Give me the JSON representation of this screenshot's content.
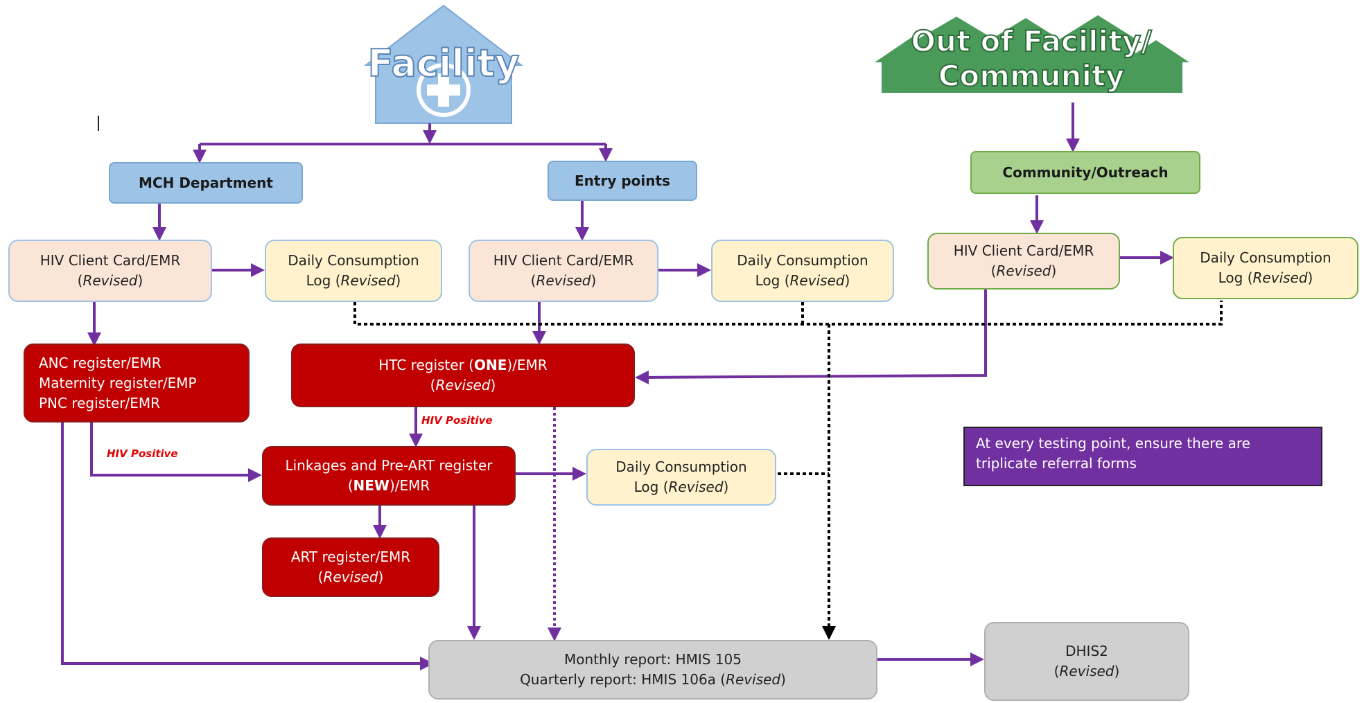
{
  "header": {
    "facility": "Facility",
    "community_line1": "Out of Facility/",
    "community_line2": "Community"
  },
  "nodes": {
    "mch": "MCH Department",
    "entry": "Entry points",
    "community": "Community/Outreach",
    "card_label": "HIV Client Card/EMR",
    "log_line1": "Daily Consumption",
    "log_prefix": "Log (",
    "revised": "Revised",
    "anc": "ANC register/EMR",
    "maternity": "Maternity register/EMP",
    "pnc": "PNC register/EMR",
    "htc_prefix": "HTC register (",
    "htc_one": "ONE",
    "htc_suffix": ")/EMR",
    "linkages_line1": "Linkages and Pre-ART register",
    "linkages_new": "NEW",
    "linkages_suffix": ")/EMR",
    "art": "ART register/EMR",
    "monthly": "Monthly report: HMIS 105",
    "quarterly_prefix": "Quarterly report: HMIS 106a (",
    "dhis2": "DHIS2"
  },
  "labels": {
    "hiv_positive": "HIV Positive"
  },
  "note": "At every testing point, ensure there are triplicate referral forms",
  "colors": {
    "flow_arrow": "#7030a0",
    "data_flow": "#000000",
    "facility_house": "#9dc3e6",
    "community_house": "#4a9a5a",
    "red_box": "#c00000"
  }
}
